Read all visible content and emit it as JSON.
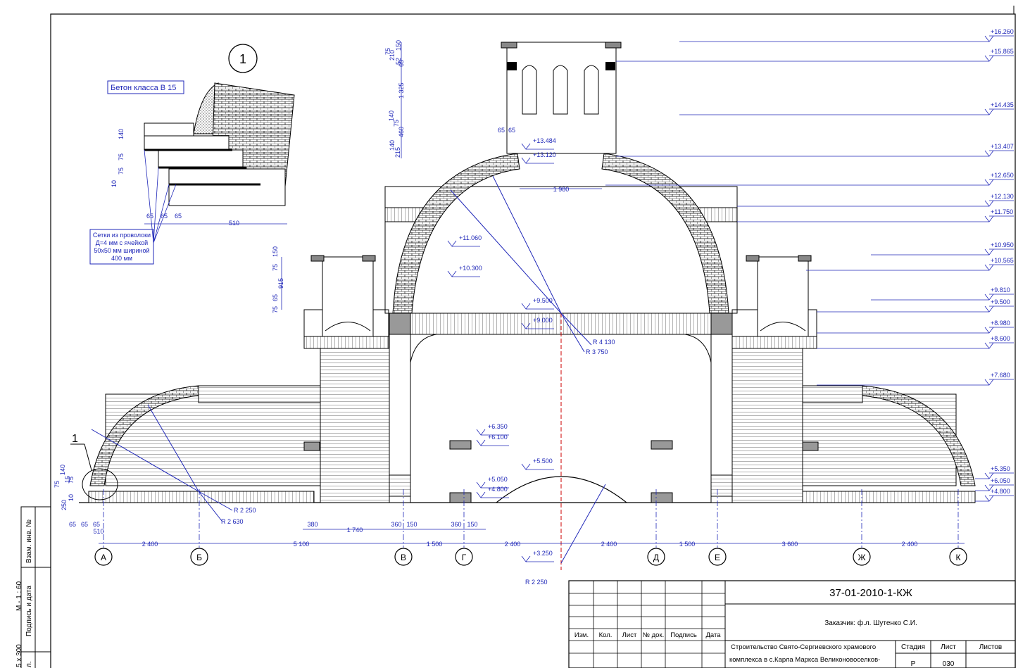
{
  "title_block": {
    "code": "37-01-2010-1-КЖ",
    "customer": "Заказчик: ф.л. Шутенко С.И.",
    "headers": [
      "Изм.",
      "Кол.",
      "Лист",
      "№ док.",
      "Подпись",
      "Дата"
    ],
    "project_line1": "Строительство Свято-Сергиевского храмового",
    "project_line2": "комплекса в с.Карла Маркса Великоновоселков-",
    "stage_label": "Стадия",
    "sheet_label": "Лист",
    "sheets_label": "Листов",
    "stage_value": "Р",
    "sheet_value": "030"
  },
  "side_stamp": {
    "inv": "Взам. инв. №",
    "sign": "Подпись и дата",
    "scale": "М - 1 : 60",
    "format": "5 х 300",
    "cut": "л."
  },
  "detail": {
    "number": "1",
    "concrete": "Бетон класса В 15",
    "mesh": [
      "Сетки из проволоки",
      "Д=4 мм с ячейкой",
      "50х50 мм шириной",
      "400 мм"
    ],
    "dims": [
      "65",
      "65",
      "65",
      "510",
      "140",
      "75",
      "75",
      "10"
    ]
  },
  "axes": [
    "А",
    "Б",
    "В",
    "Г",
    "Д",
    "Е",
    "Ж",
    "К"
  ],
  "axis_dims": [
    "2 400",
    "5 100",
    "1 740",
    "1 500",
    "2 400",
    "2 400",
    "1 500",
    "3 600",
    "2 400"
  ],
  "small_dims": [
    "380",
    "360",
    "150",
    "360",
    "150",
    "65",
    "65",
    "65",
    "510"
  ],
  "radii": [
    "R 4 130",
    "R 3 750",
    "R 2 250",
    "R 2 630",
    "R 2 250"
  ],
  "right_levels": [
    "+16.260",
    "+15.865",
    "+14.435",
    "+13.407",
    "+12.650",
    "+12.130",
    "+11.750",
    "+10.950",
    "+10.565",
    "+9.810",
    "+9.500",
    "+8.980",
    "+8.600",
    "+7.680",
    "+5.350",
    "+6.050",
    "+4.800"
  ],
  "mid_levels": [
    "+13.484",
    "+13.120",
    "+11.060",
    "+10.300",
    "+9.500",
    "+9.000",
    "+6.350",
    "+6.100",
    "+5.500",
    "+5.050",
    "+4.800",
    "+3.250"
  ],
  "tower_dims": [
    "150",
    "75",
    "210",
    "52",
    "65",
    "1 325",
    "140",
    "75",
    "460",
    "140",
    "215",
    "65",
    "65"
  ],
  "dome_width": "1 980",
  "left_dims": [
    "75",
    "150",
    "915",
    "75",
    "65"
  ],
  "corner_dims": [
    "75",
    "140",
    "15",
    "75",
    "250",
    "10"
  ],
  "callout": "1"
}
